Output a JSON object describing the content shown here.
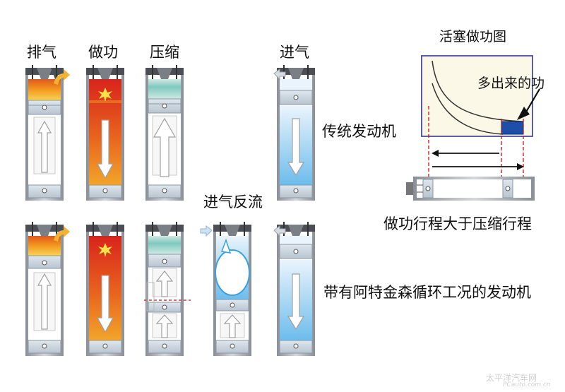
{
  "top_row": {
    "labels": [
      "排气",
      "做功",
      "压缩",
      "进气"
    ],
    "caption": "传统发动机"
  },
  "bottom_row": {
    "reverse_flow_label": "进气反流",
    "caption": "带有阿特金森循环工况的发动机"
  },
  "pv_chart": {
    "title": "活塞做功图",
    "extra_work_label": "多出来的功"
  },
  "stroke_caption": "做功行程大于压缩行程",
  "watermark": {
    "line1": "太平洋汽车网",
    "line2": "PCauto.com.cn"
  },
  "colors": {
    "exhaust_top": "#f39a1e",
    "exhaust_bottom": "#f6d45a",
    "power_top": "#d8241c",
    "power_bottom": "#f2a52a",
    "compress_top": "#7fc9c0",
    "compress_bottom": "#cfe9e3",
    "intake_top": "#eaf4fc",
    "intake_bottom": "#6cbcec",
    "extra_work": "#1d4fa8",
    "chart_frame": "#4b4ba0",
    "chart_fill": "#fbf8e8",
    "red_dash": "#cc1111"
  }
}
